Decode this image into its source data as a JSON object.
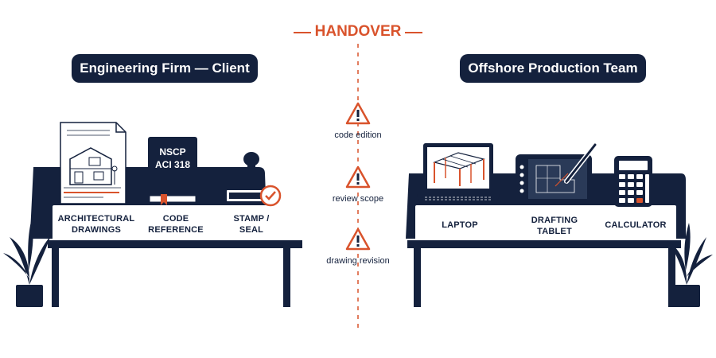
{
  "handover": {
    "title": "HANDOVER"
  },
  "left_team": {
    "title": "Engineering Firm — Client",
    "items": [
      {
        "label_line1": "ARCHITECTURAL",
        "label_line2": "DRAWINGS",
        "icon": "architectural-drawing-icon"
      },
      {
        "label_line1": "CODE",
        "label_line2": "REFERENCE",
        "icon": "code-book-icon",
        "book_text_1": "NSCP",
        "book_text_2": "ACI 318"
      },
      {
        "label_line1": "STAMP /",
        "label_line2": "SEAL",
        "icon": "stamp-seal-icon"
      }
    ]
  },
  "right_team": {
    "title": "Offshore Production Team",
    "items": [
      {
        "label_line1": "LAPTOP",
        "icon": "laptop-icon"
      },
      {
        "label_line1": "DRAFTING",
        "label_line2": "TABLET",
        "icon": "drafting-tablet-icon"
      },
      {
        "label_line1": "CALCULATOR",
        "icon": "calculator-icon"
      }
    ]
  },
  "issues": [
    {
      "label": "code edition",
      "icon": "warning-icon"
    },
    {
      "label": "review scope",
      "icon": "warning-icon"
    },
    {
      "label": "drawing revision",
      "icon": "warning-icon"
    }
  ],
  "colors": {
    "navy": "#14213d",
    "accent": "#d9532c"
  }
}
